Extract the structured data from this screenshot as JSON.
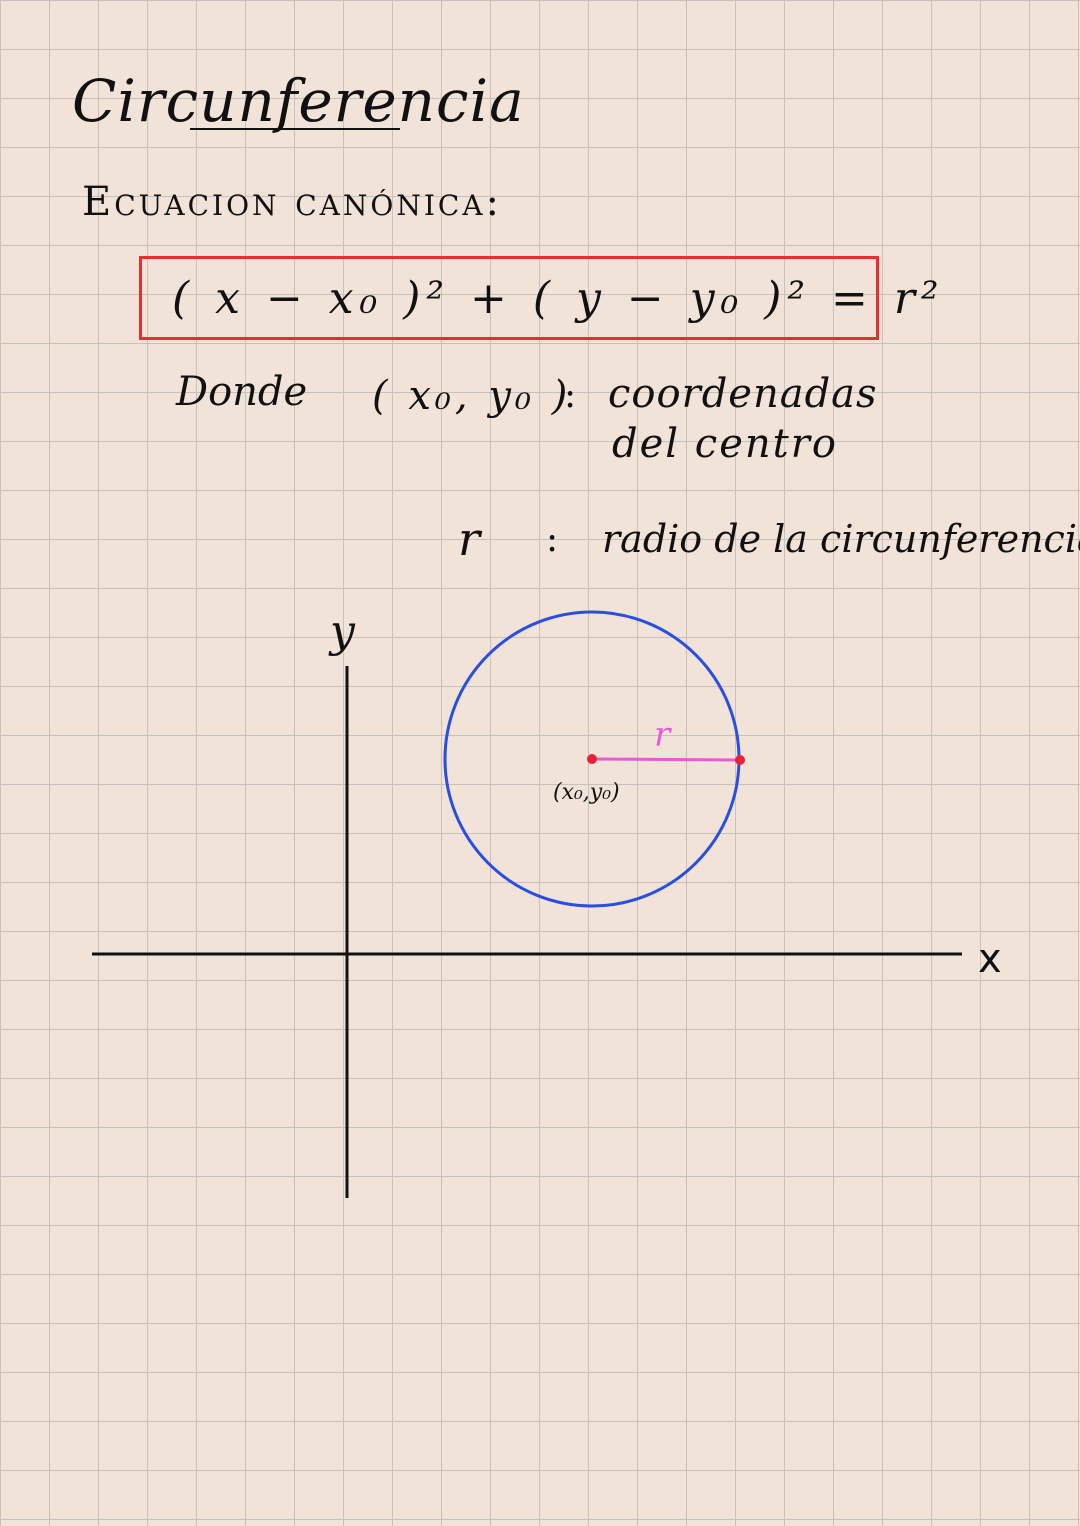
{
  "title": "Circunferencia",
  "subtitle": "Ecuacion canónica:",
  "formula": "( x − x₀ )² + ( y − y₀ )² = r²",
  "definitions": {
    "where_label": "Donde",
    "center": {
      "symbol": "( x₀, y₀ )",
      "separator": ":",
      "description_line1": "coordenadas",
      "description_line2": "del centro"
    },
    "radius": {
      "symbol": "r",
      "separator": ":",
      "description": "radio de la circunferencia"
    }
  },
  "graph": {
    "x_axis_label": "x",
    "y_axis_label": "y",
    "radius_label": "r",
    "center_label": "(x₀,y₀)"
  },
  "colors": {
    "paper": "#f2e3d8",
    "grid": "#c6c1bd",
    "ink": "#111111",
    "box": "#e43030",
    "circle": "#2a4fe0",
    "radius": "#e85ad6",
    "point": "#e8203a"
  }
}
